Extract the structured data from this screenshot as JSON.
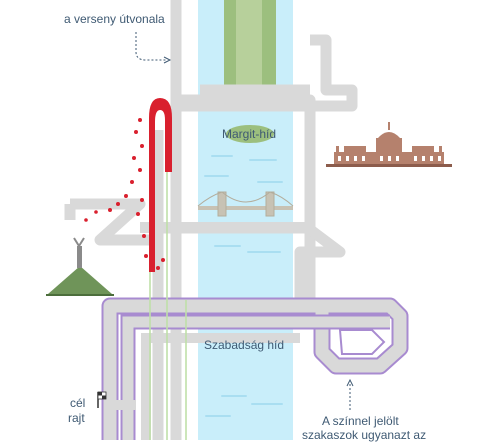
{
  "labels": {
    "route": "a verseny útvonala",
    "margit": "Margit-híd",
    "szabadsag": "Szabadság híd",
    "finish": "cél",
    "start": "rajt",
    "note_line1": "A színnel jelölt",
    "note_line2": "szakaszok ugyanazt az"
  },
  "icons": {
    "parliament": "parliament-building-icon",
    "liberty_statue": "liberty-statue-icon",
    "chain_bridge": "chain-bridge-icon",
    "finish_flag": "checkered-flag-icon"
  },
  "colors": {
    "river": "#c9eefa",
    "island": "#9cbf7e",
    "route": "#d9d9d9",
    "highlight": "#a88bd0",
    "runners": "#d9202e",
    "hill": "#6f9459",
    "text": "#3f5a73"
  }
}
